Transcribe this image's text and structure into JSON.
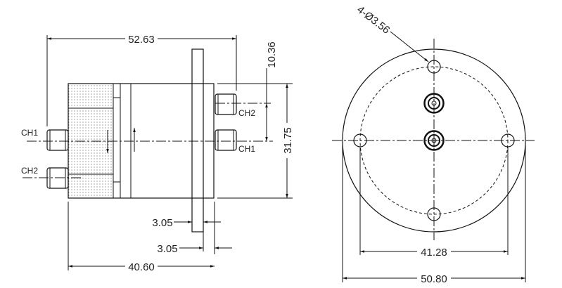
{
  "side_view": {
    "dim_overall_length": "52.63",
    "dim_connector_spacing": "10.36",
    "dim_body_height": "31.75",
    "dim_flange_thickness": "3.05",
    "dim_flange_offset": "3.05",
    "dim_body_length": "40.60",
    "left_ports": [
      "CH1",
      "CH2"
    ],
    "right_ports": [
      "CH2",
      "CH1"
    ]
  },
  "front_view": {
    "hole_callout": "4-Ø3.56",
    "dim_bolt_circle": "41.28",
    "dim_outer_diameter": "50.80"
  }
}
